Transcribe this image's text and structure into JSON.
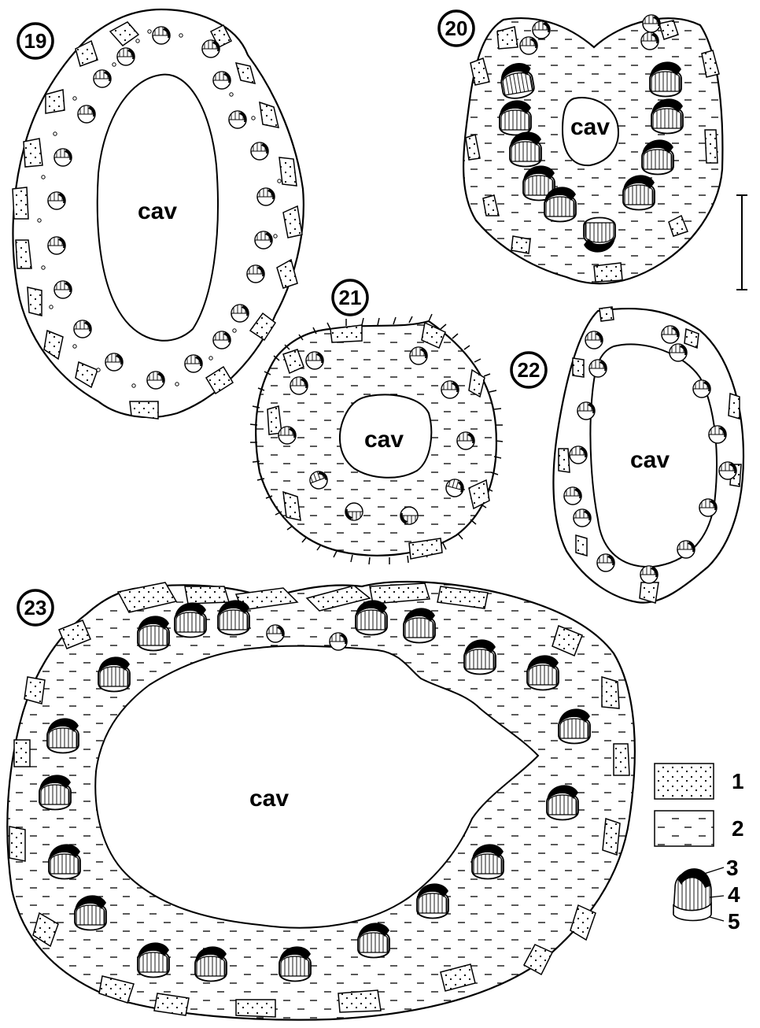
{
  "figures": [
    {
      "id": "fig-19",
      "number": "19",
      "cavity_label": "cav"
    },
    {
      "id": "fig-20",
      "number": "20",
      "cavity_label": "cav"
    },
    {
      "id": "fig-21",
      "number": "21",
      "cavity_label": "cav"
    },
    {
      "id": "fig-22",
      "number": "22",
      "cavity_label": "cav"
    },
    {
      "id": "fig-23",
      "number": "23",
      "cavity_label": "cav"
    }
  ],
  "legend": [
    {
      "label": "1",
      "pattern": "stippled"
    },
    {
      "label": "2",
      "pattern": "dashed"
    },
    {
      "label": "3",
      "pattern": "black-cap"
    },
    {
      "label": "4",
      "pattern": "hatched"
    },
    {
      "label": "5",
      "pattern": "white-base"
    }
  ],
  "colors": {
    "ink": "#000000",
    "paper": "#ffffff"
  }
}
